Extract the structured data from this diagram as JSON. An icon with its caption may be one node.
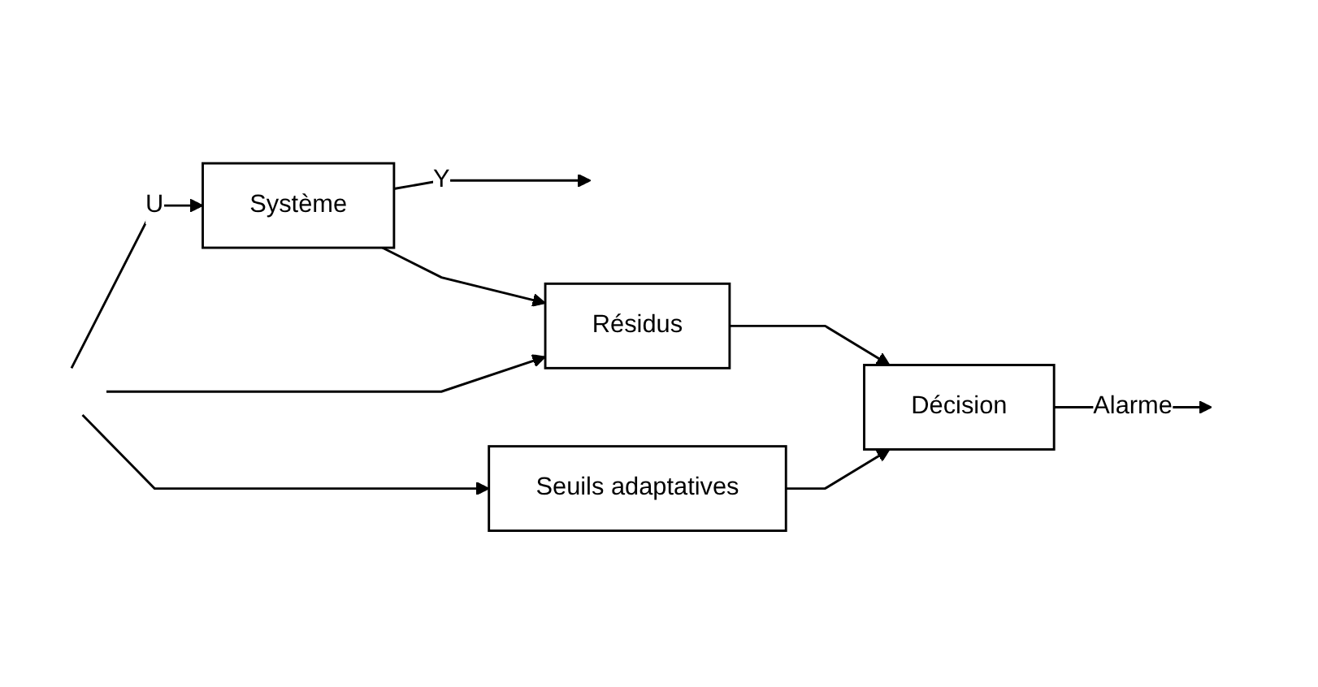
{
  "diagram": {
    "nodes": [
      {
        "text": [
          "Système"
        ]
      },
      {
        "text": [
          "Résidus"
        ]
      },
      {
        "text": [
          "Seuils adaptatives"
        ]
      },
      {
        "text": [
          "Décision"
        ]
      }
    ],
    "edges": [
      {
        "from": null,
        "to": 0,
        "arrow": "to",
        "label": "U"
      },
      {
        "from": null,
        "to": 1,
        "arrow": "to"
      },
      {
        "from": null,
        "to": 2,
        "arrow": "to"
      },
      {
        "from": 0,
        "to": null,
        "arrow": "to",
        "label": "Y"
      },
      {
        "from": 0,
        "to": 1,
        "arrow": "to"
      },
      {
        "from": 1,
        "to": 3,
        "arrow": "to"
      },
      {
        "from": 2,
        "to": 3,
        "arrow": "to"
      },
      {
        "from": 3,
        "to": null,
        "arrow": "to",
        "label": "Alarme"
      }
    ]
  }
}
